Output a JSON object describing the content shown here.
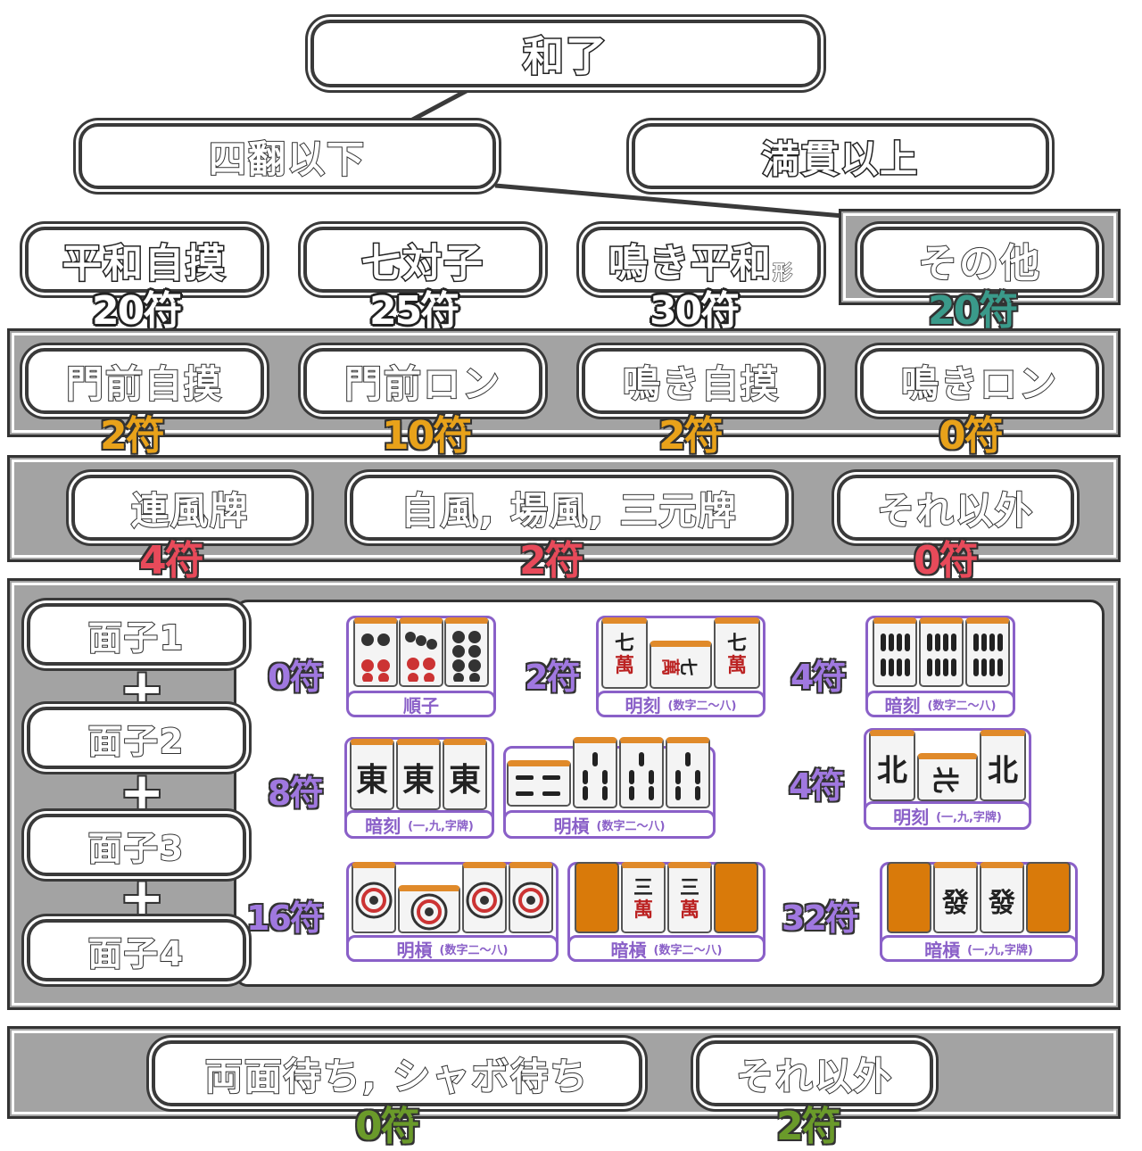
{
  "top": {
    "title": "和了",
    "left": "四翻以下",
    "right": "満貫以上"
  },
  "row1": {
    "items": [
      {
        "label": "平和自摸",
        "fu": "20符"
      },
      {
        "label": "七対子",
        "fu": "25符"
      },
      {
        "label": "鳴き平和",
        "sub": "形",
        "fu": "30符"
      },
      {
        "label": "その他",
        "fu": "20符"
      }
    ]
  },
  "row2": {
    "items": [
      {
        "label": "門前自摸",
        "fu": "2符"
      },
      {
        "label": "門前ロン",
        "fu": "10符"
      },
      {
        "label": "鳴き自摸",
        "fu": "2符"
      },
      {
        "label": "鳴きロン",
        "fu": "0符"
      }
    ]
  },
  "row3": {
    "items": [
      {
        "label": "連風牌",
        "fu": "4符"
      },
      {
        "label": "自風, 場風, 三元牌",
        "fu": "2符"
      },
      {
        "label": "それ以外",
        "fu": "0符"
      }
    ]
  },
  "mentsu": {
    "labels": [
      "面子1",
      "面子2",
      "面子3",
      "面子4"
    ],
    "plus": "+",
    "groups": [
      {
        "fu": "0符",
        "name": "順子",
        "note": ""
      },
      {
        "fu": "2符",
        "name": "明刻",
        "note": "(数字二～八)"
      },
      {
        "fu": "4符",
        "name": "暗刻",
        "note": "(数字二～八)"
      },
      {
        "fu": "8符",
        "name": "暗刻",
        "note": "(一,九,字牌)"
      },
      {
        "fu": "",
        "name": "明槓",
        "note": "(数字二～八)"
      },
      {
        "fu": "4符",
        "name": "明刻",
        "note": "(一,九,字牌)"
      },
      {
        "fu": "16符",
        "name": "明槓",
        "note": "(数字二～八)"
      },
      {
        "fu": "",
        "name": "暗槓",
        "note": "(数字二～八)"
      },
      {
        "fu": "32符",
        "name": "暗槓",
        "note": "(一,九,字牌)"
      }
    ],
    "tiles": {
      "east": "東",
      "north": "北",
      "sanman": "三",
      "man": "萬",
      "chii": "七",
      "hatsu": "發"
    }
  },
  "row5": {
    "items": [
      {
        "label": "両面待ち, シャボ待ち",
        "fu": "0符"
      },
      {
        "label": "それ以外",
        "fu": "2符"
      }
    ]
  },
  "colors": {
    "row1_other": "#3a9a8a",
    "row2": "#e8a21a",
    "row3": "#e84a5a",
    "mentsu": "#a078e0",
    "row5": "#6a9a2a"
  }
}
